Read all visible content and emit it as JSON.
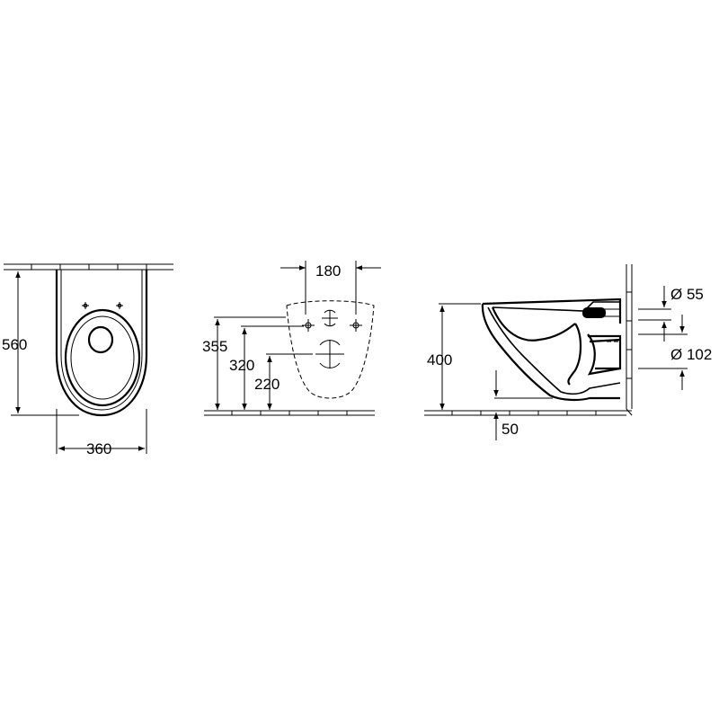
{
  "views": {
    "top": {
      "depth_label": "560",
      "width_label": "360"
    },
    "wall": {
      "label_180": "180",
      "label_355": "355",
      "label_320": "320",
      "label_220": "220"
    },
    "side": {
      "label_400": "400",
      "label_50": "50",
      "label_d55": "Ø 55",
      "label_d102": "Ø 102"
    }
  },
  "colors": {
    "line": "#000000",
    "background": "#ffffff"
  }
}
